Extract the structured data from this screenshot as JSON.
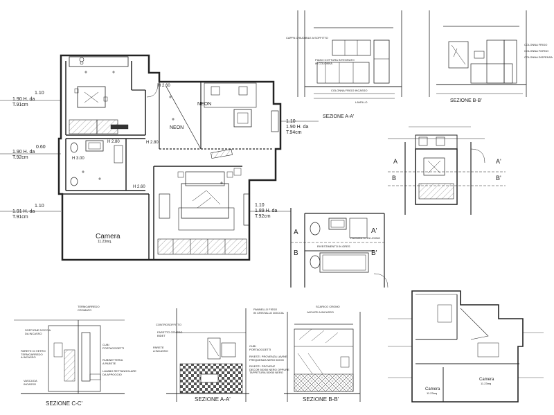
{
  "main_plan": {
    "dim_110_top": "1.10",
    "ann_1": "1.90 H. da\nT.91cm",
    "dim_060": "0.60",
    "ann_2": "1.90 H. da\nT.92cm",
    "dim_110_mid": "1.10",
    "ann_3": "1.91 H. da\nT.91cm",
    "h260_a": "H 2.60",
    "neon_1": "NEON",
    "neon_2": "NEON",
    "h280_a": "H 2.80",
    "h280_b": "H 2.80",
    "h300": "H 3.00",
    "h260_b": "H 2.60",
    "right_dim_1": "1.10\n1.90 H. da\nT.94cm",
    "right_dim_2": "1.10\n1.89 H. da\nT.92cm",
    "camera": "Camera",
    "camera_area": "11.23mq."
  },
  "sezione_aa_top": {
    "title": "SEZIONE A-A'",
    "note_1": "CAPPA CHIUDIBILE A SOFFITTO",
    "note_2": "PIANO COTTURA INTEGRATO\nIN COLONNA",
    "note_3": "COLONNA FRIGO INCASSO",
    "note_4": "LAVELLO"
  },
  "sezione_bb_top": {
    "title": "SEZIONE B-B'",
    "note_1": "COLONNA FRIGO",
    "note_2": "COLONNA FORNO",
    "note_3": "COLONNA DISPENSA"
  },
  "kitchen_detail": {
    "a": "A",
    "a1": "A'",
    "b": "B",
    "b1": "B'"
  },
  "bath_detail": {
    "a": "A",
    "a1": "A'",
    "b": "B",
    "b1": "B'",
    "note_1": "PAVIMENTO IN LEGNO",
    "note_2": "RIVESTIMENTO IN GRES"
  },
  "sezione_cc": {
    "title": "SEZIONE C-C'",
    "l1": "SOFFIONE DOCCIA\nDA INCASSO",
    "l2": "PARETE DI VETRO\nTERMOARREDO\nA INCASSO",
    "l3": "VASCA DA\nINCASSO",
    "l4": "TERMOARREDO\nCROMATO",
    "l5": "CUBI\nPORTAOGGETTI",
    "l6": "RUBINETTERIA\nA PARETE",
    "l7": "LAVABO RETTANGOLARE\nDA APPOGGIO"
  },
  "sezione_aa_bottom": {
    "title": "SEZIONE A-A'",
    "l1": "CONTROSOFFITTO",
    "l2": "FARETTO CENTRO\nBIDET",
    "l3": "PARETE\nA INCASSO"
  },
  "sezione_bb_bottom": {
    "title": "SEZIONE B-B'",
    "l1": "PANNELLO FISSO\nIN CRISTALLO DOCCIA",
    "l2": "SCARICO CROMO",
    "l3": "JACUZZI A INCASSO",
    "l4": "CUBI\nPORTAOGGETTI",
    "l5": "RIVESTI. PROVENZA LAVINE\nFREQUENZA NERO 50X90",
    "l6": "RIVESTI. PROVENZ\nDECOR 50X50 NERO OPPURE\nTAPPETURA 50X50 NERO"
  },
  "small_plan": {
    "camera_1": "Camera",
    "camera_1_area": "11.23mq",
    "camera_2": "Camera",
    "camera_2_area": "11.23mq"
  }
}
